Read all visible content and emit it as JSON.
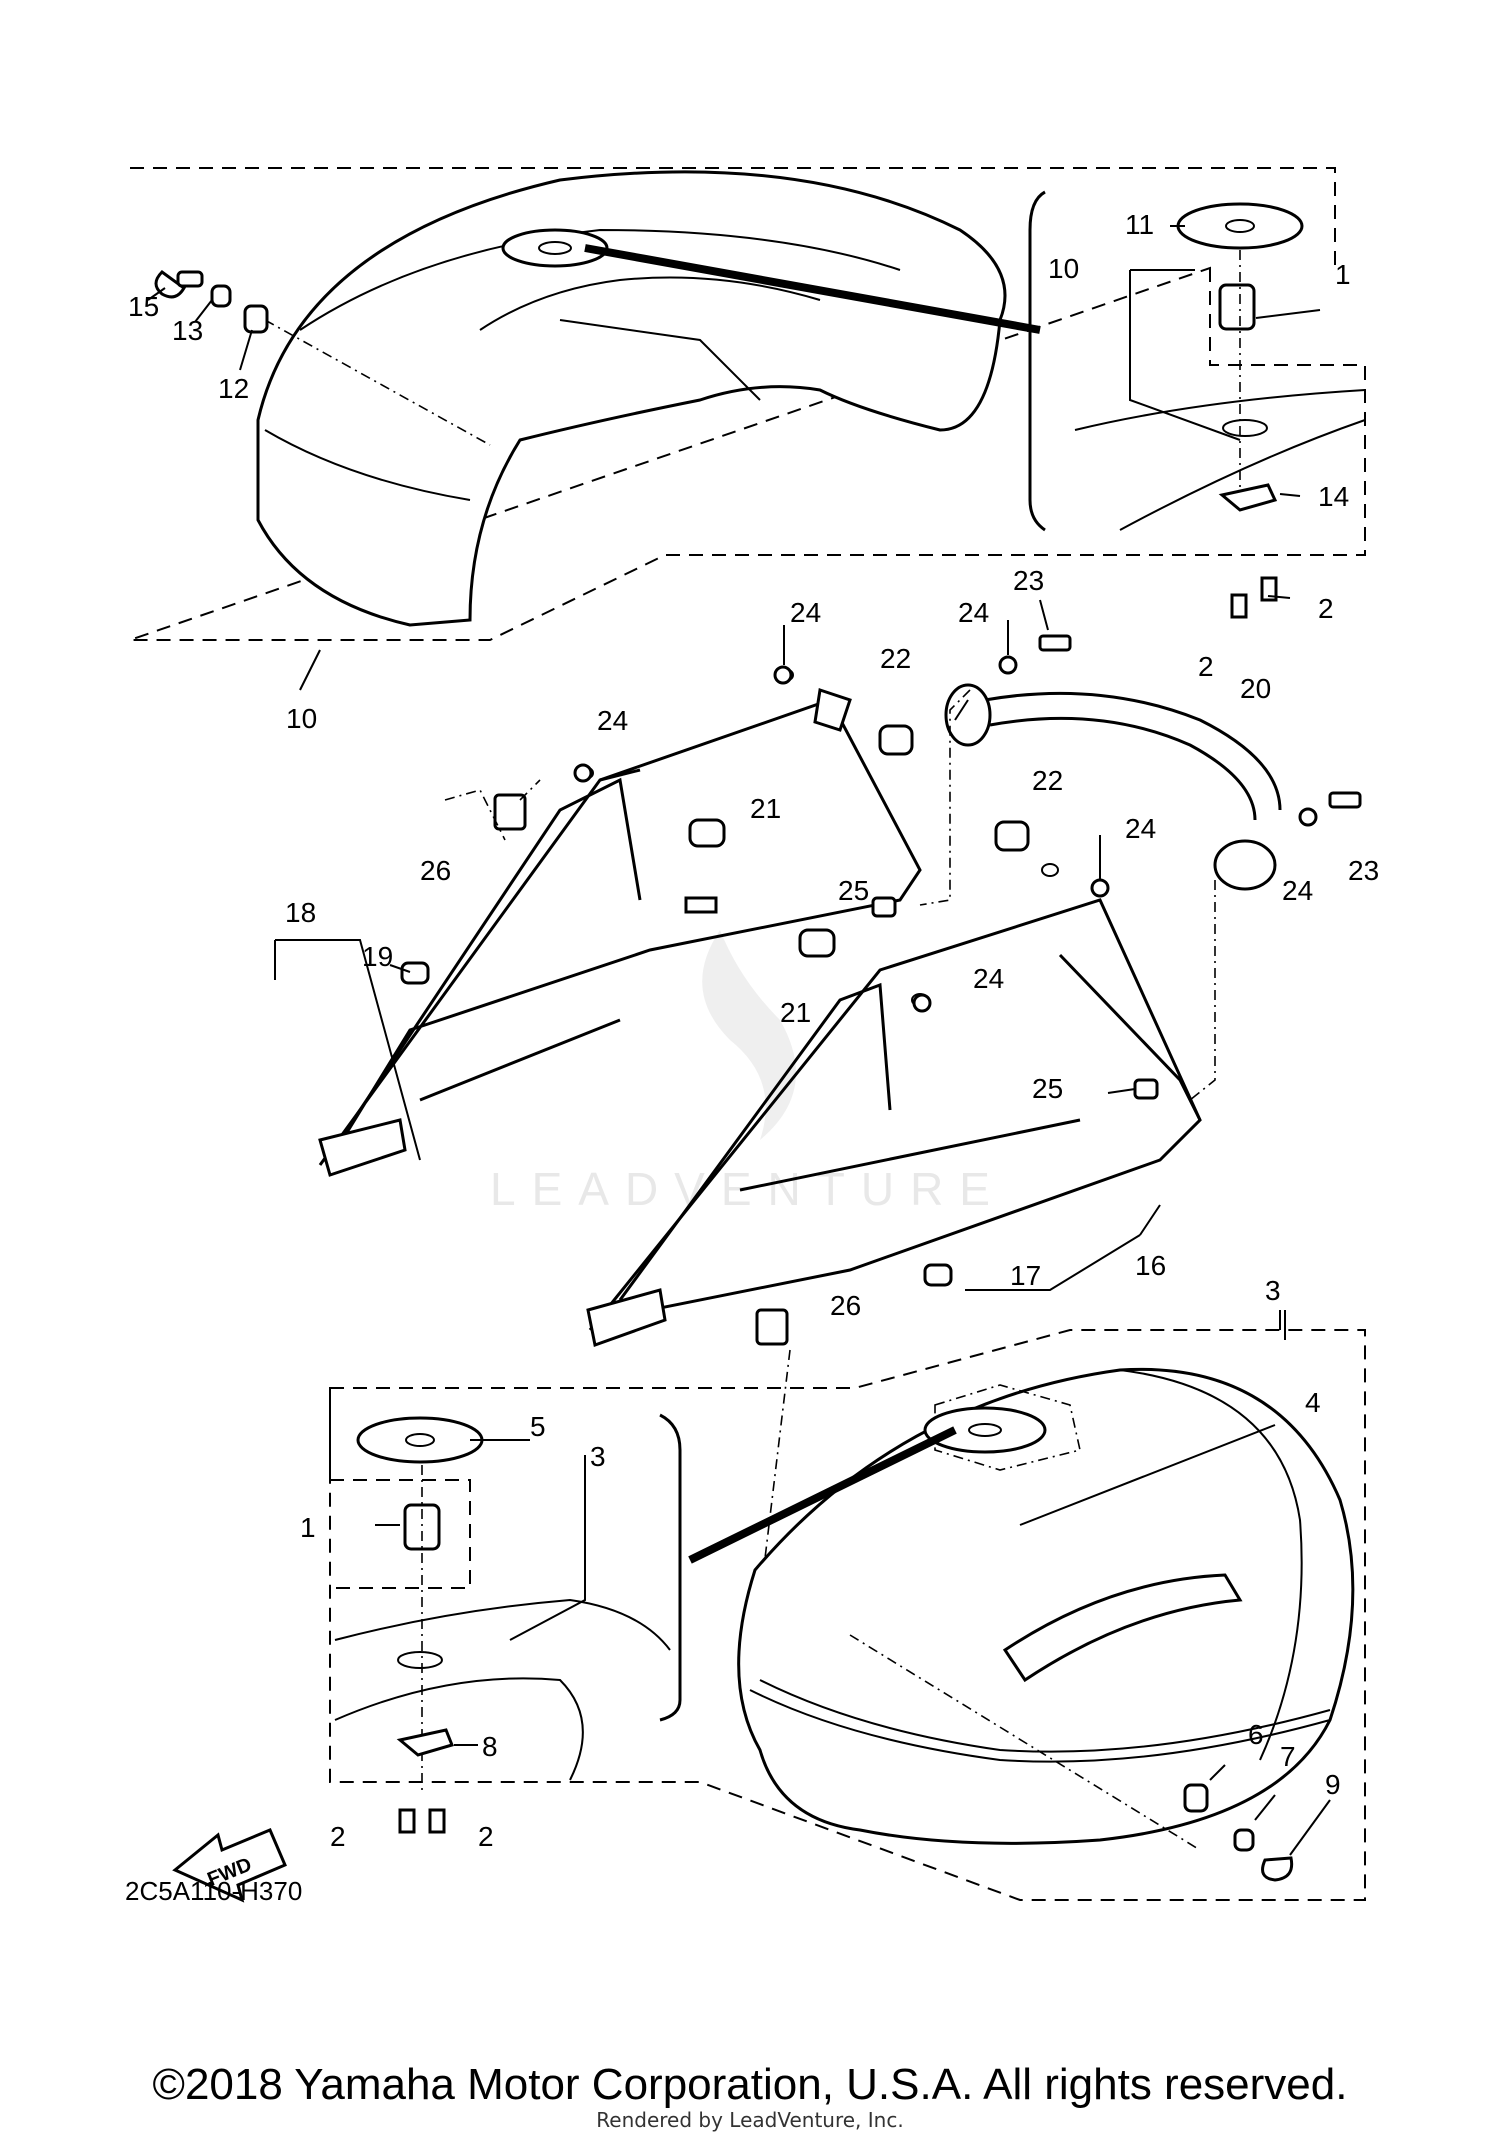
{
  "diagram": {
    "code": "2C5A110-H370",
    "fwd_label": "FWD",
    "watermark": "LEADVENTURE",
    "callouts": {
      "c1_top": "1",
      "c2_a": "2",
      "c2_b": "2",
      "c10_inset": "10",
      "c11": "11",
      "c14": "14",
      "c15": "15",
      "c13": "13",
      "c12": "12",
      "c10_main": "10",
      "c24_a": "24",
      "c24_b": "24",
      "c24_c": "24",
      "c24_d": "24",
      "c24_e": "24",
      "c24_f": "24",
      "c23_a": "23",
      "c23_b": "23",
      "c22_a": "22",
      "c22_b": "22",
      "c21_a": "21",
      "c21_b": "21",
      "c20": "20",
      "c26_a": "26",
      "c26_b": "26",
      "c25_a": "25",
      "c25_b": "25",
      "c18": "18",
      "c19": "19",
      "c17": "17",
      "c16": "16",
      "c3_main": "3",
      "c3_inset": "3",
      "c4": "4",
      "c5": "5",
      "c1_bottom": "1",
      "c8": "8",
      "c2_c": "2",
      "c2_d": "2",
      "c6": "6",
      "c7": "7",
      "c9": "9"
    }
  },
  "footer": {
    "copyright": "©2018 Yamaha Motor Corporation, U.S.A. All rights reserved.",
    "rendered_by": "Rendered by LeadVenture, Inc."
  }
}
